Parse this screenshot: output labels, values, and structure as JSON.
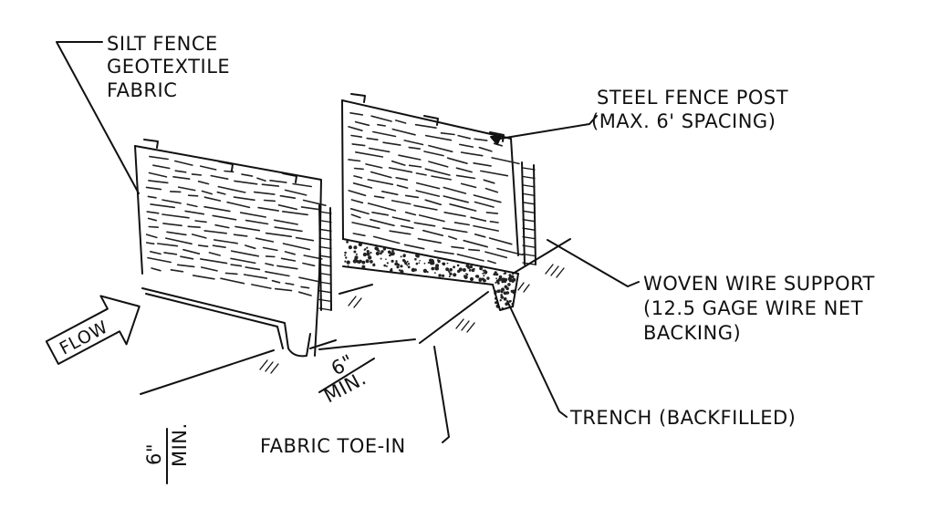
{
  "labels": {
    "silt_fence": [
      "SILT FENCE",
      "GEOTEXTILE",
      "FABRIC"
    ],
    "steel_post": [
      "STEEL FENCE POST",
      "(MAX. 6' SPACING)"
    ],
    "woven_wire": [
      "WOVEN WIRE SUPPORT",
      "(12.5 GAGE WIRE NET",
      "BACKING)"
    ],
    "trench": "TRENCH (BACKFILLED)",
    "toe_in": "FABRIC TOE-IN",
    "flow": "FLOW",
    "dim_top_value": "6\"",
    "dim_top_unit": "MIN.",
    "dim_bottom_value": "6\"",
    "dim_bottom_unit": "MIN."
  }
}
